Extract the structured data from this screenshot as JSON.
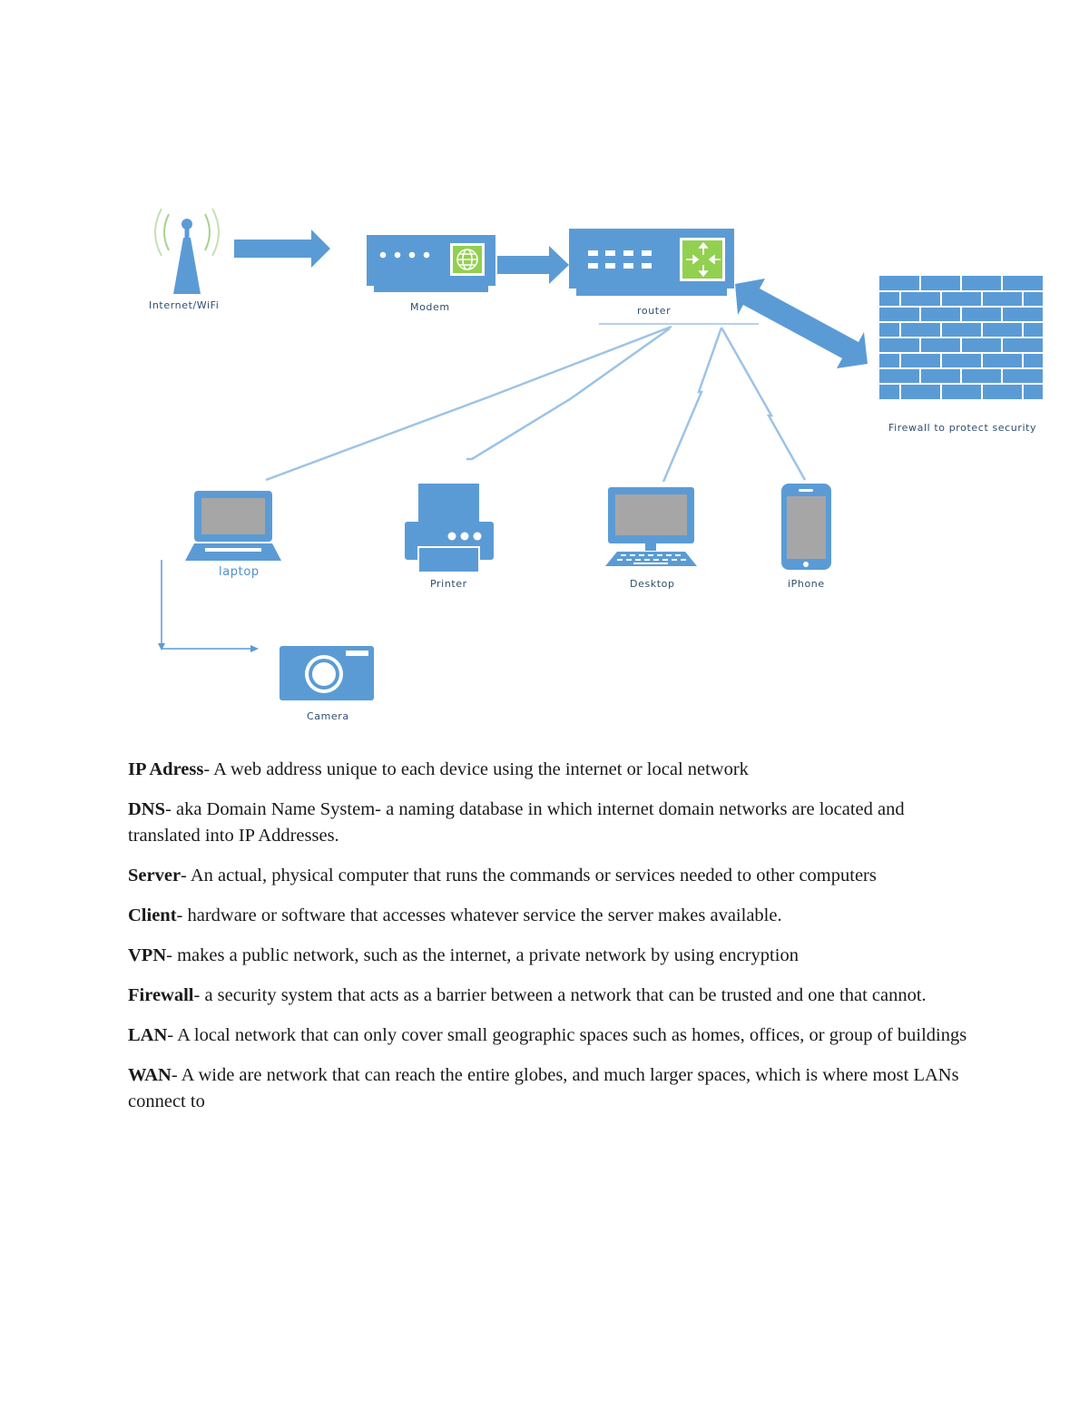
{
  "diagram": {
    "labels": {
      "internet": "Internet/WiFi",
      "modem": "Modem",
      "router": "router",
      "firewall": "Firewall to protect security",
      "laptop": "laptop",
      "printer": "Printer",
      "desktop": "Desktop",
      "iphone": "iPhone",
      "camera": "Camera"
    },
    "colors": {
      "device": "#5b9bd5",
      "line": "#9dc3e6",
      "screen": "#a6a6a6",
      "globe_bg": "#92d050"
    },
    "icons": [
      "antenna-icon",
      "modem-icon",
      "router-icon",
      "firewall-icon",
      "laptop-icon",
      "printer-icon",
      "desktop-icon",
      "iphone-icon",
      "camera-icon"
    ]
  },
  "glossary": [
    {
      "term": "IP Adress",
      "definition": "- A web address unique to each device using the internet or local network"
    },
    {
      "term": "DNS",
      "definition": "- aka Domain Name System- a naming database in which internet domain networks are located and translated into IP Addresses."
    },
    {
      "term": "Server",
      "definition": "- An actual, physical computer that runs the commands or services needed to other computers"
    },
    {
      "term": "Client",
      "definition": "- hardware or software that accesses whatever service the server makes available."
    },
    {
      "term": "VPN",
      "definition": "- makes a public network, such as the internet, a private network by using encryption"
    },
    {
      "term": "Firewall",
      "definition": "- a security system that acts as a barrier between a network that can be trusted and one that cannot."
    },
    {
      "term": "LAN",
      "definition": "- A local network that can only cover small geographic spaces such as homes, offices, or group of buildings"
    },
    {
      "term": "WAN",
      "definition": "- A wide are network that can reach the entire globes, and much larger spaces, which is where most LANs connect to"
    }
  ]
}
